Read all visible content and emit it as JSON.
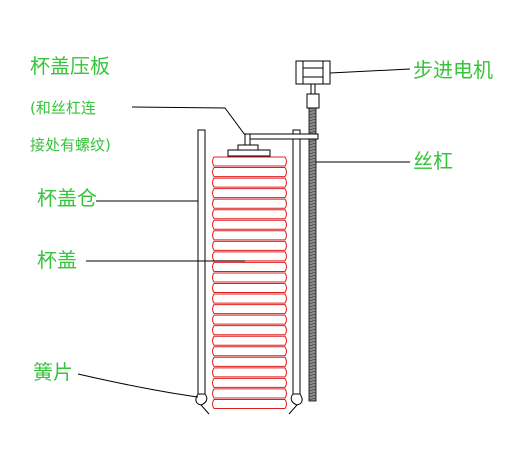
{
  "colors": {
    "label": "#36c43a",
    "cup": "#e02020",
    "line": "#000000",
    "screw_fill": "#8c8c8c"
  },
  "labels": {
    "pressure_plate": "杯盖压板",
    "pressure_plate_note_1": "(和丝杠连",
    "pressure_plate_note_2": "接处有螺纹)",
    "stepper_motor": "步进电机",
    "lead_screw": "丝杠",
    "lid_bin": "杯盖仓",
    "cup_lid": "杯盖",
    "spring_leaf": "簧片"
  },
  "cup_stack": {
    "count": 24
  }
}
